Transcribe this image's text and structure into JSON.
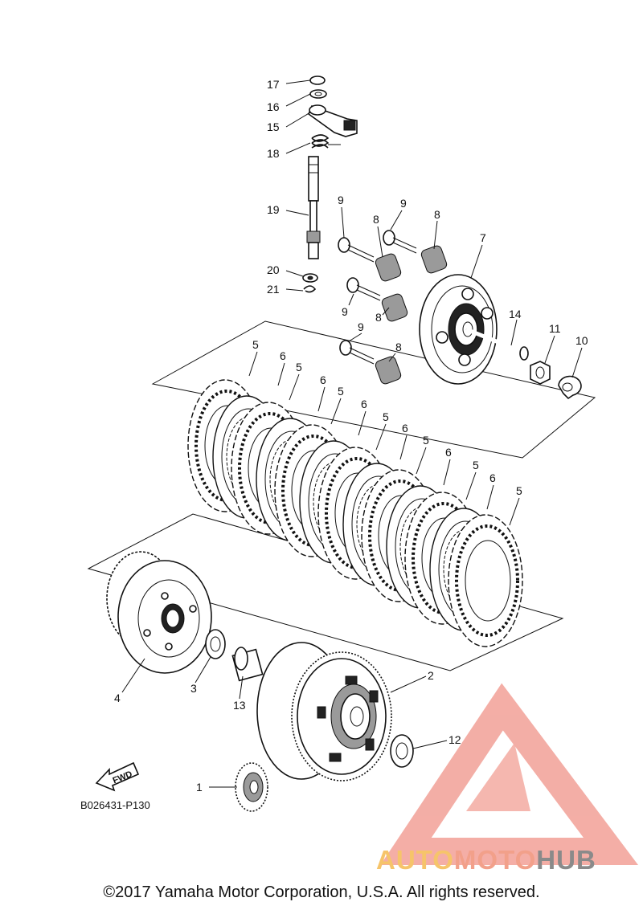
{
  "diagram": {
    "callouts": [
      {
        "id": "17",
        "text": "17"
      },
      {
        "id": "16",
        "text": "16"
      },
      {
        "id": "15",
        "text": "15"
      },
      {
        "id": "18",
        "text": "18"
      },
      {
        "id": "19",
        "text": "19"
      },
      {
        "id": "20",
        "text": "20"
      },
      {
        "id": "21",
        "text": "21"
      },
      {
        "id": "9a",
        "text": "9"
      },
      {
        "id": "9b",
        "text": "9"
      },
      {
        "id": "9c",
        "text": "9"
      },
      {
        "id": "9d",
        "text": "9"
      },
      {
        "id": "8a",
        "text": "8"
      },
      {
        "id": "8b",
        "text": "8"
      },
      {
        "id": "8c",
        "text": "8"
      },
      {
        "id": "8d",
        "text": "8"
      },
      {
        "id": "7",
        "text": "7"
      },
      {
        "id": "14",
        "text": "14"
      },
      {
        "id": "11",
        "text": "11"
      },
      {
        "id": "10",
        "text": "10"
      },
      {
        "id": "5a",
        "text": "5"
      },
      {
        "id": "6a",
        "text": "6"
      },
      {
        "id": "5b",
        "text": "5"
      },
      {
        "id": "6b",
        "text": "6"
      },
      {
        "id": "5c",
        "text": "5"
      },
      {
        "id": "6c",
        "text": "6"
      },
      {
        "id": "5d",
        "text": "5"
      },
      {
        "id": "6d",
        "text": "6"
      },
      {
        "id": "5e",
        "text": "5"
      },
      {
        "id": "6e",
        "text": "6"
      },
      {
        "id": "5f",
        "text": "5"
      },
      {
        "id": "6f",
        "text": "6"
      },
      {
        "id": "5g",
        "text": "5"
      },
      {
        "id": "4",
        "text": "4"
      },
      {
        "id": "3",
        "text": "3"
      },
      {
        "id": "13",
        "text": "13"
      },
      {
        "id": "2",
        "text": "2"
      },
      {
        "id": "12",
        "text": "12"
      },
      {
        "id": "1",
        "text": "1"
      }
    ],
    "fwd_label": "FWD",
    "drawing_code": "B026431-P130"
  },
  "watermark": {
    "segments": [
      "AUTO",
      "MOTO",
      "HUB"
    ],
    "colors": {
      "auto": "#f6c46a",
      "moto": "#f2a08a",
      "hub": "#8a8a8a",
      "triangle": "#f19a90"
    }
  },
  "copyright": "©2017 Yamaha Motor Corporation, U.S.A. All rights reserved."
}
